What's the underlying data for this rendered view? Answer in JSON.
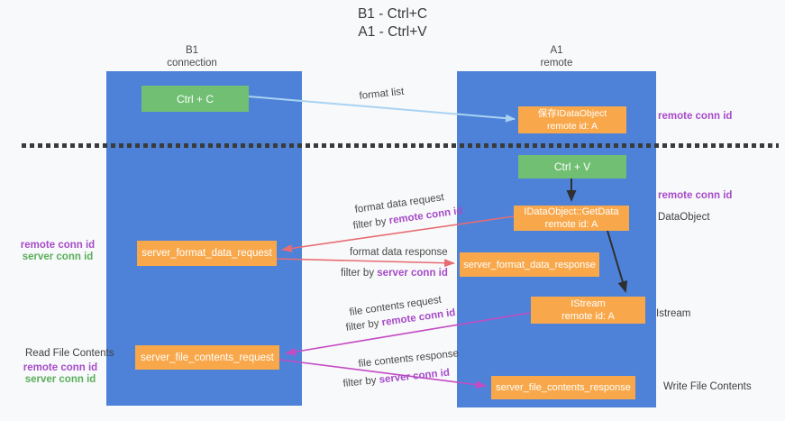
{
  "title": {
    "line1": "B1 - Ctrl+C",
    "line2": "A1 - Ctrl+V"
  },
  "colors": {
    "bg": "#f8f9fa",
    "column-blue": "#4d82d8",
    "box-green": "#71bf73",
    "box-orange": "#f8a84b",
    "purple": "#a64bc9",
    "green-text": "#5bae5c",
    "arrow-red": "#e76c73",
    "arrow-magenta": "#c44bc4",
    "arrow-blue": "#a9d3f2",
    "arrow-black": "#2f2f2f",
    "dark-text": "#3f3f3f"
  },
  "columns": {
    "left": {
      "title": "B1",
      "subtitle": "connection"
    },
    "right": {
      "title": "A1",
      "subtitle": "remote"
    }
  },
  "nodes": {
    "ctrl_c": {
      "label": "Ctrl + C"
    },
    "ctrl_v": {
      "label": "Ctrl + V"
    },
    "save_idataobject": {
      "line1": "保存IDataObject",
      "line2": "remote id: A"
    },
    "idataobject_getdata": {
      "line1": "IDataObject::GetData",
      "line2": "remote id: A"
    },
    "istream": {
      "line1": "IStream",
      "line2": "remote id: A"
    },
    "server_format_data_request": {
      "label": "server_format_data_request"
    },
    "server_format_data_response": {
      "label": "server_format_data_response"
    },
    "server_file_contents_request": {
      "label": "server_file_contents_request"
    },
    "server_file_contents_response": {
      "label": "server_file_contents_response"
    }
  },
  "arrow_labels": {
    "format_list": "format list",
    "format_data_request": "format data request",
    "format_data_response": "format data response",
    "file_contents_request": "file contents request",
    "file_contents_response": "file contents response",
    "filter_by": "filter by",
    "remote_conn_id": "remote conn id",
    "server_conn_id": "server conn id"
  },
  "side_labels": {
    "remote_conn_id": "remote conn id",
    "server_conn_id": "server conn id",
    "dataobject": "DataObject",
    "istream": "Istream",
    "read_file_contents": "Read File Contents",
    "write_file_contents": "Write File Contents"
  }
}
